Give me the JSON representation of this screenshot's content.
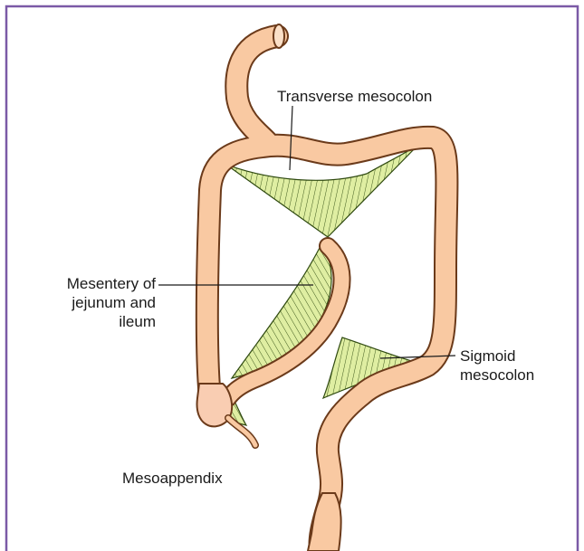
{
  "labels": {
    "transverse_mesocolon": "Transverse mesocolon",
    "mesentery_jejunum_ileum": "Mesentery of\njejunum and\nileum",
    "sigmoid_mesocolon": "Sigmoid\nmesocolon",
    "mesoappendix": "Mesoappendix"
  },
  "colors": {
    "frame_border": "#7b5aa6",
    "gut_fill": "#f9c9a2",
    "gut_outline": "#6b3a1a",
    "mesentery_fill": "#dfeea2",
    "mesentery_lines": "#2f4a10"
  }
}
